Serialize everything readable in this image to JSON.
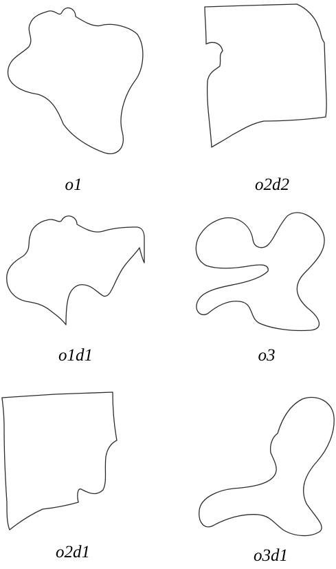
{
  "shapes": [
    {
      "id": "o1",
      "label": "o1"
    },
    {
      "id": "o2d2",
      "label": "o2d2"
    },
    {
      "id": "o1d1",
      "label": "o1d1"
    },
    {
      "id": "o3",
      "label": "o3"
    },
    {
      "id": "o2d1",
      "label": "o2d1"
    },
    {
      "id": "o3d1",
      "label": "o3d1"
    }
  ],
  "colors": {
    "stroke": "#2b2b2b",
    "background": "#ffffff",
    "text": "#000000"
  }
}
